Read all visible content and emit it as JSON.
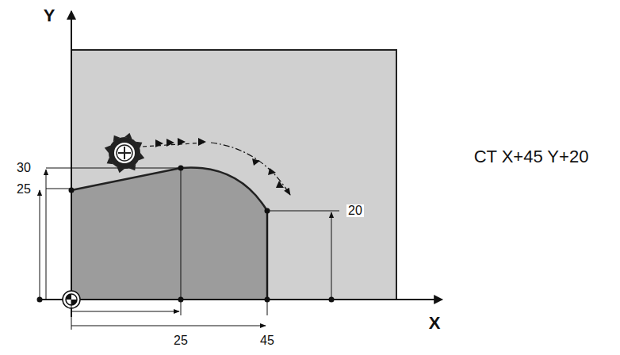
{
  "diagram": {
    "labels": [
      "CT X+45 Y+20",
      "Y",
      "X",
      "30",
      "25",
      "20",
      "25",
      "45"
    ]
  }
}
